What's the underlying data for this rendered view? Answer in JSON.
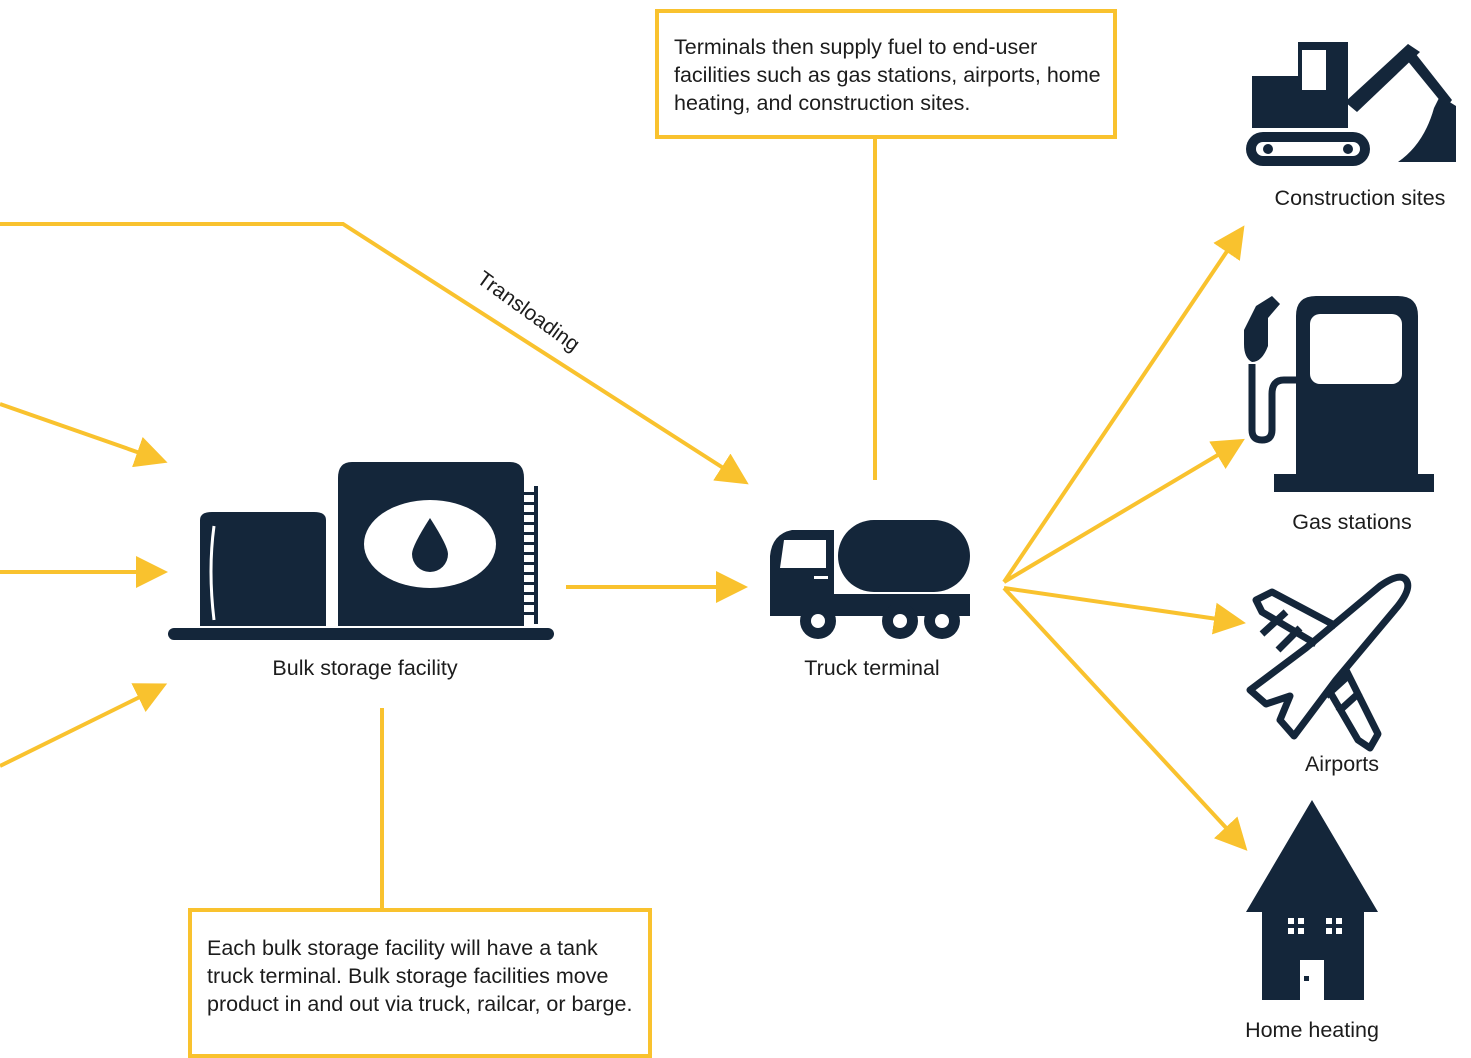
{
  "colors": {
    "accent": "#f9c22e",
    "icon": "#14263a",
    "text": "#1c1c1c"
  },
  "callouts": {
    "top": "Terminals then supply fuel to end-user facilities such as gas stations, airports, home heating, and construction sites.",
    "bottom": "Each bulk storage facility will have a tank truck terminal. Bulk storage facilities move product in and out via truck, railcar, or barge."
  },
  "labels": {
    "bulk_storage": "Bulk storage facility",
    "truck_terminal": "Truck terminal",
    "transloading": "Transloading",
    "construction": "Construction sites",
    "gas_stations": "Gas stations",
    "airports": "Airports",
    "home_heating": "Home heating"
  },
  "icons": [
    "storage-tank-icon",
    "tank-truck-icon",
    "excavator-icon",
    "fuel-pump-icon",
    "airplane-icon",
    "house-icon"
  ]
}
